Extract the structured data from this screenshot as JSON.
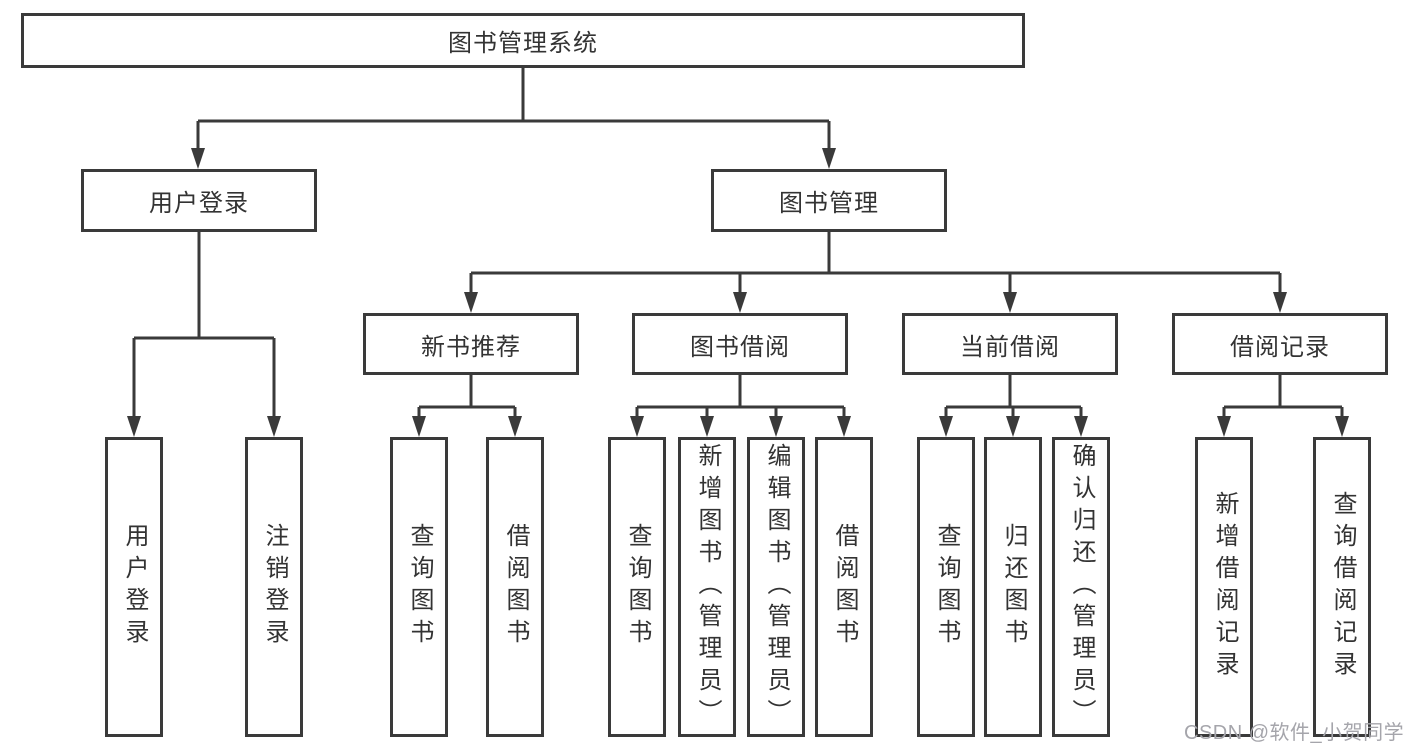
{
  "tree": {
    "root": {
      "label": "图书管理系统",
      "children": [
        {
          "label": "用户登录",
          "children": [
            {
              "label": "用户登录"
            },
            {
              "label": "注销登录"
            }
          ]
        },
        {
          "label": "图书管理",
          "children": [
            {
              "label": "新书推荐",
              "children": [
                {
                  "label": "查询图书"
                },
                {
                  "label": "借阅图书"
                }
              ]
            },
            {
              "label": "图书借阅",
              "children": [
                {
                  "label": "查询图书"
                },
                {
                  "label": "新增图书（管理员）"
                },
                {
                  "label": "编辑图书（管理员）"
                },
                {
                  "label": "借阅图书"
                }
              ]
            },
            {
              "label": "当前借阅",
              "children": [
                {
                  "label": "查询图书"
                },
                {
                  "label": "归还图书"
                },
                {
                  "label": "确认归还（管理员）"
                }
              ]
            },
            {
              "label": "借阅记录",
              "children": [
                {
                  "label": "新增借阅记录"
                },
                {
                  "label": "查询借阅记录"
                }
              ]
            }
          ]
        }
      ]
    }
  },
  "watermark": {
    "text": "CSDN @软件_小贺同学"
  },
  "colors": {
    "line": "#3a3a3a",
    "text": "#333333",
    "watermark": "#a5a5ab",
    "background": "#ffffff"
  }
}
